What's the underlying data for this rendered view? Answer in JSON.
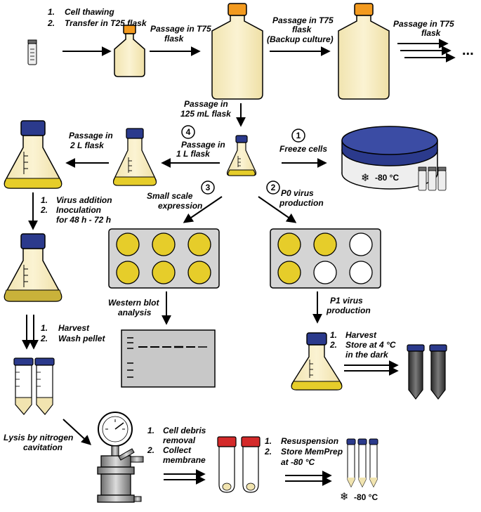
{
  "steps": {
    "thaw": [
      "Cell thawing",
      "Transfer in T25 flask"
    ],
    "passage_t75_1": [
      "Passage in T75",
      "flask"
    ],
    "passage_t75_backup": [
      "Passage in T75",
      "flask",
      "(Backup culture)"
    ],
    "passage_t75_2": [
      "Passage in T75",
      "flask"
    ],
    "ellipsis": "...",
    "passage_125": [
      "Passage in",
      "125 mL flask"
    ],
    "passage_1l": [
      "Passage in",
      "1 L flask"
    ],
    "passage_2l": [
      "Passage in",
      "2 L flask"
    ],
    "freeze": "Freeze cells",
    "small_scale": [
      "Small scale",
      "expression"
    ],
    "p0_virus": [
      "P0 virus",
      "production"
    ],
    "virus_inoculation": [
      "Virus addition",
      "Inoculation",
      "for 48 h - 72 h"
    ],
    "western_blot": [
      "Western blot",
      "analysis"
    ],
    "p1_virus": [
      "P1 virus",
      "production"
    ],
    "harvest_wash": [
      "Harvest",
      "Wash pellet"
    ],
    "harvest_store": [
      "Harvest",
      "Store at 4 °C",
      "in the dark"
    ],
    "lysis": [
      "Lysis by nitrogen",
      "cavitation"
    ],
    "debris": [
      "Cell debris",
      "removal",
      "Collect",
      "membrane"
    ],
    "resuspension": [
      "Resuspension",
      "Store MemPrep",
      "at -80 °C"
    ]
  },
  "list_markers": [
    "1.",
    "2."
  ],
  "circle_numbers": [
    "1",
    "2",
    "3",
    "4"
  ],
  "temperatures": {
    "freezer": "-80 °C",
    "storage": "-80 °C"
  },
  "snow_glyph": "❄",
  "colors": {
    "cap_orange": "#f39a1e",
    "cap_blue": "#2b3a8c",
    "medium": "#f7edc4",
    "yellow": "#e6cd2a",
    "plate_gray": "#d4d4d4",
    "gel_gray": "#c8c8c8",
    "tube_red": "#d42a2a",
    "dark_tube": "#555555"
  }
}
